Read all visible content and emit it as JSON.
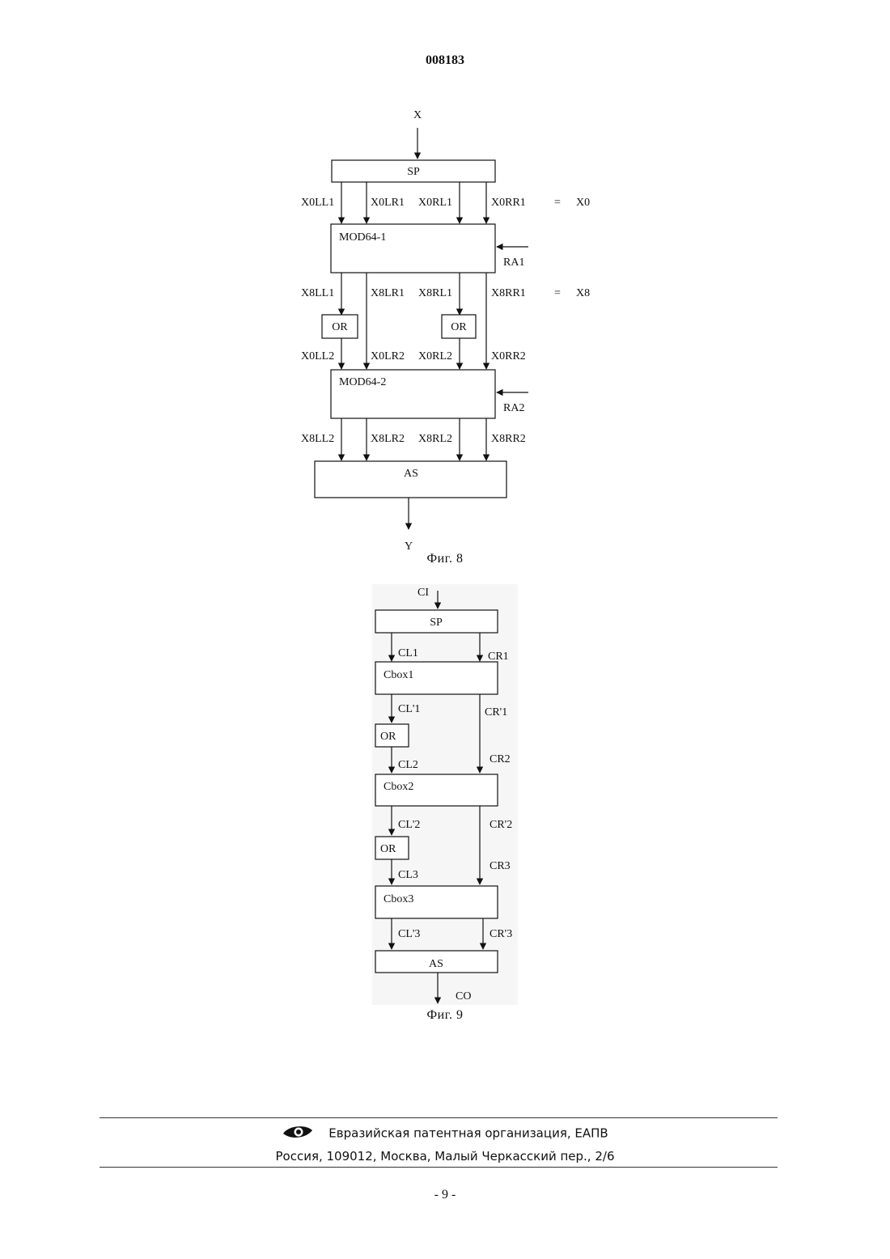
{
  "header": {
    "doc_number": "008183"
  },
  "fig8": {
    "input": "X",
    "sp": "SP",
    "row1": [
      "X0LL1",
      "X0LR1",
      "X0RL1",
      "X0RR1"
    ],
    "row1_eq": "=",
    "row1_sum": "X0",
    "mod1": "MOD64-1",
    "ra1": "RA1",
    "row2": [
      "X8LL1",
      "X8LR1",
      "X8RL1",
      "X8RR1"
    ],
    "row2_eq": "=",
    "row2_sum": "X8",
    "or_left": "OR",
    "or_right": "OR",
    "row3": [
      "X0LL2",
      "X0LR2",
      "X0RL2",
      "X0RR2"
    ],
    "mod2": "MOD64-2",
    "ra2": "RA2",
    "row4": [
      "X8LL2",
      "X8LR2",
      "X8RL2",
      "X8RR2"
    ],
    "as": "AS",
    "output": "Y",
    "caption": "Фиг. 8"
  },
  "fig9": {
    "input": "CI",
    "sp": "SP",
    "cl1": "CL1",
    "cr1": "CR1",
    "cbox1": "Cbox1",
    "cl1p": "CL'1",
    "cr1p": "CR'1",
    "or1": "OR",
    "cl2": "CL2",
    "cr2": "CR2",
    "cbox2": "Cbox2",
    "cl2p": "CL'2",
    "cr2p": "CR'2",
    "or2": "OR",
    "cl3": "CL3",
    "cr3": "CR3",
    "cbox3": "Cbox3",
    "cl3p": "CL'3",
    "cr3p": "CR'3",
    "as": "AS",
    "output": "CO",
    "caption": "Фиг. 9"
  },
  "footer": {
    "org": "Евразийская патентная организация, ЕАПВ",
    "address": "Россия, 109012, Москва, Малый Черкасский пер., 2/6",
    "page": "- 9 -"
  }
}
